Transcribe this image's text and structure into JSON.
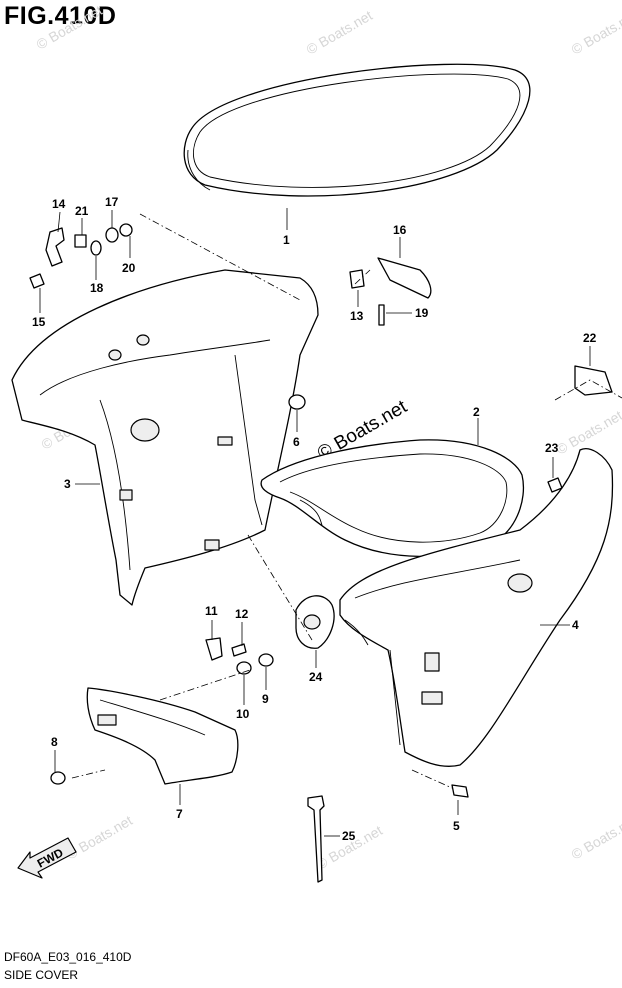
{
  "figure": {
    "title": "FIG.410D",
    "code": "DF60A_E03_016_410D",
    "name": "SIDE COVER",
    "watermark": "© Boats.net",
    "fwd_label": "FWD"
  },
  "callouts": [
    "1",
    "2",
    "3",
    "4",
    "5",
    "6",
    "7",
    "8",
    "9",
    "10",
    "11",
    "12",
    "13",
    "14",
    "15",
    "16",
    "17",
    "18",
    "19",
    "20",
    "21",
    "22",
    "23",
    "24",
    "25"
  ],
  "colors": {
    "line": "#000000",
    "watermark": "#d6d6d6",
    "fill": "#eeeeee"
  }
}
